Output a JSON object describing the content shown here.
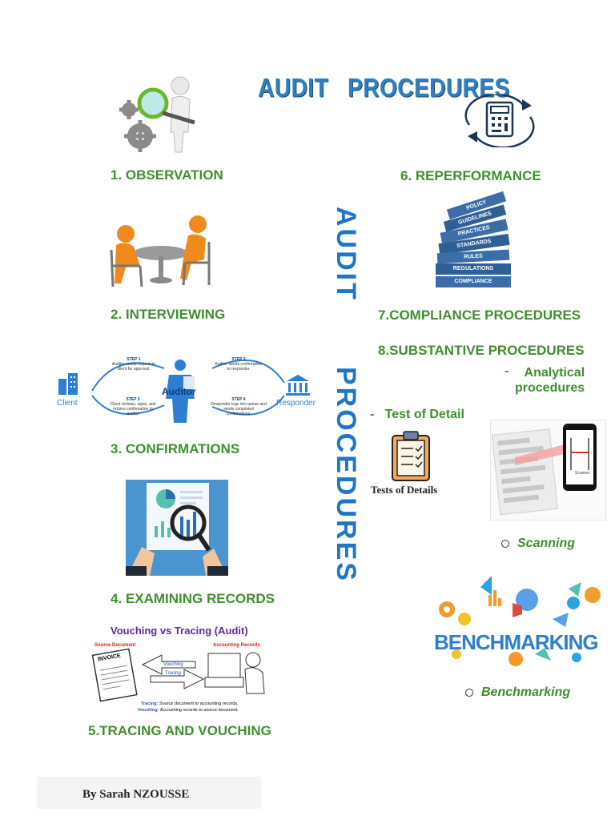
{
  "title": {
    "word1": "AUDIT",
    "word2": "PROCEDURES"
  },
  "vertical": {
    "line1": "AUDIT",
    "line2": "PROCEDURES"
  },
  "left_items": [
    "1. OBSERVATION",
    "2. INTERVIEWING",
    "3. CONFIRMATIONS",
    "4. EXAMINING RECORDS",
    "5.TRACING AND VOUCHING"
  ],
  "right_items": {
    "reperformance": "6. REPERFORMANCE",
    "compliance": "7.COMPLIANCE PROCEDURES",
    "substantive": "8.SUBSTANTIVE PROCEDURES",
    "analytical_line1": "Analytical",
    "analytical_line2": "procedures",
    "test_of_detail": "Test of Detail",
    "scanning": "Scanning",
    "benchmarking": "Benchmarking"
  },
  "dash": "-",
  "books": [
    "POLICY",
    "GUIDELINES",
    "PRACTICES",
    "STANDARDS",
    "RULES",
    "REGULATIONS",
    "COMPLIANCE"
  ],
  "confirmations_diagram": {
    "client": "Client",
    "auditor": "Auditor",
    "responder": "Responder",
    "step1_title": "STEP 1",
    "step1_text": "Auditor sends request to client for approval.",
    "step2_title": "STEP 2",
    "step2_text": "Client reviews, signs, and returns confirmation to auditor",
    "step3_title": "STEP 3",
    "step3_text": "Auditor sends confirmation to responder.",
    "step4_title": "STEP 4",
    "step4_text": "Responder logs into queue and sends completed confirmations."
  },
  "tracing_diagram": {
    "title": "Vouching vs Tracing (Audit)",
    "source_document": "Source Document",
    "accounting_records": "Accounting Records",
    "invoice": "INVOICE",
    "vouching": "Vouching",
    "tracing": "Tracing",
    "tracing_def_label": "Tracing:",
    "tracing_def": "Source document to accounting records.",
    "vouching_def_label": "Vouching:",
    "vouching_def": "Accounting records to source document."
  },
  "tests_of_details_caption": "Tests of Details",
  "scanner_label": "Scanner",
  "benchmark_word": "BENCHMARKING",
  "author": "By Sarah NZOUSSE",
  "colors": {
    "title_blue": "#2f7fc1",
    "heading_green": "#3f8f2f",
    "vertical_blue": "#1f76c4"
  }
}
